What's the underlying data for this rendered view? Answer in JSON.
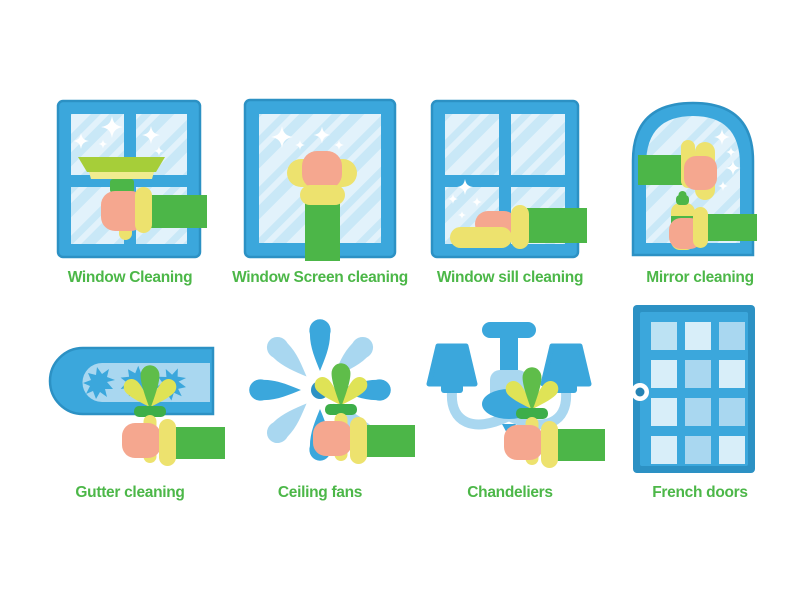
{
  "palette": {
    "blue": "#3BA7DC",
    "blueDark": "#2C91C4",
    "lightBlue": "#A9D7F0",
    "glass": "#C9E8F7",
    "glassStripe": "#E2F2FB",
    "paneLight": "#D8EEF9",
    "paneMid": "#BCE2F3",
    "green": "#4CB648",
    "ferruleGreen": "#3DAE49",
    "brushGreen": "#5FBD4A",
    "brushYellow": "#DFE356",
    "yellowGreen": "#A6CE39",
    "yellow": "#EDE26E",
    "paleYellow": "#F0EC8F",
    "pink": "#F5A78F",
    "labelGreen": "#4CB748",
    "knobBlue": "#2583B4",
    "white": "#FFFFFF"
  },
  "items": [
    {
      "label": "Window Cleaning",
      "icon": "window-cleaning-icon"
    },
    {
      "label": "Window Screen cleaning",
      "icon": "window-screen-cleaning-icon"
    },
    {
      "label": "Window sill cleaning",
      "icon": "window-sill-cleaning-icon"
    },
    {
      "label": "Mirror cleaning",
      "icon": "mirror-cleaning-icon"
    },
    {
      "label": "Gutter cleaning",
      "icon": "gutter-cleaning-icon"
    },
    {
      "label": "Ceiling fans",
      "icon": "ceiling-fans-icon"
    },
    {
      "label": "Chandeliers",
      "icon": "chandeliers-icon"
    },
    {
      "label": "French doors",
      "icon": "french-doors-icon"
    }
  ]
}
